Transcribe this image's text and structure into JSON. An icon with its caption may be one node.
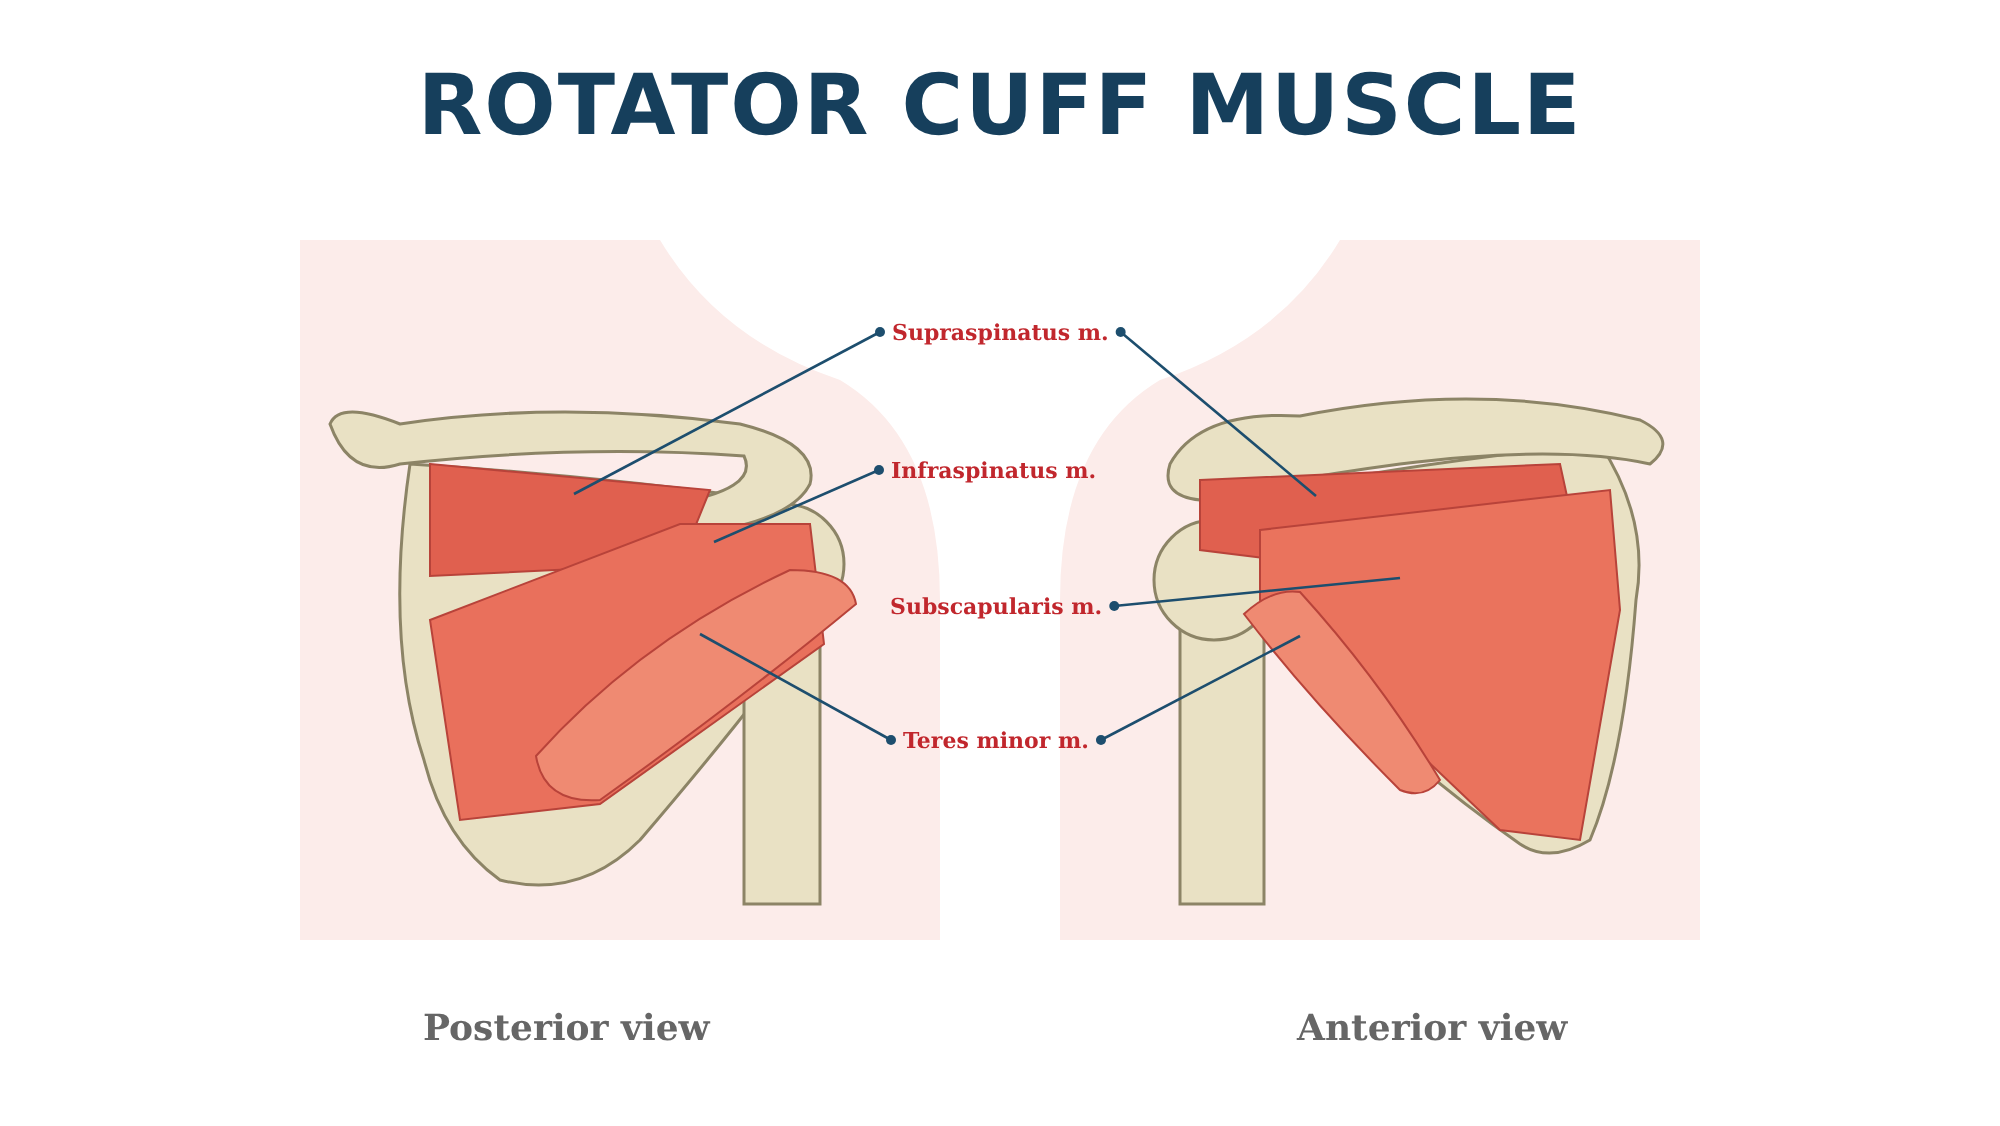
{
  "diagram": {
    "title": "ROTATOR CUFF MUSCLE",
    "nodes": [
      {
        "text": [
          "Supraspinatus m."
        ]
      },
      {
        "text": [
          "Infraspinatus m."
        ]
      },
      {
        "text": [
          "Subscapularis m."
        ]
      },
      {
        "text": [
          "Teres minor m."
        ]
      },
      {
        "text": [],
        "shape": "picture"
      },
      {
        "text": [],
        "shape": "picture"
      },
      {
        "text": [],
        "shape": "picture"
      },
      {
        "text": [],
        "shape": "picture"
      },
      {
        "text": [],
        "shape": "picture"
      },
      {
        "text": [],
        "shape": "picture"
      }
    ],
    "edges": [
      {
        "from": 0,
        "to": 4,
        "arrow": "other"
      },
      {
        "from": 0,
        "to": 7,
        "arrow": "other"
      },
      {
        "from": 1,
        "to": 5,
        "arrow": "other"
      },
      {
        "from": 2,
        "to": 8,
        "arrow": "other"
      },
      {
        "from": 3,
        "to": 6,
        "arrow": "other"
      },
      {
        "from": 3,
        "to": 9,
        "arrow": "other"
      }
    ],
    "labels": [
      "Posterior view",
      "Anterior view"
    ]
  }
}
